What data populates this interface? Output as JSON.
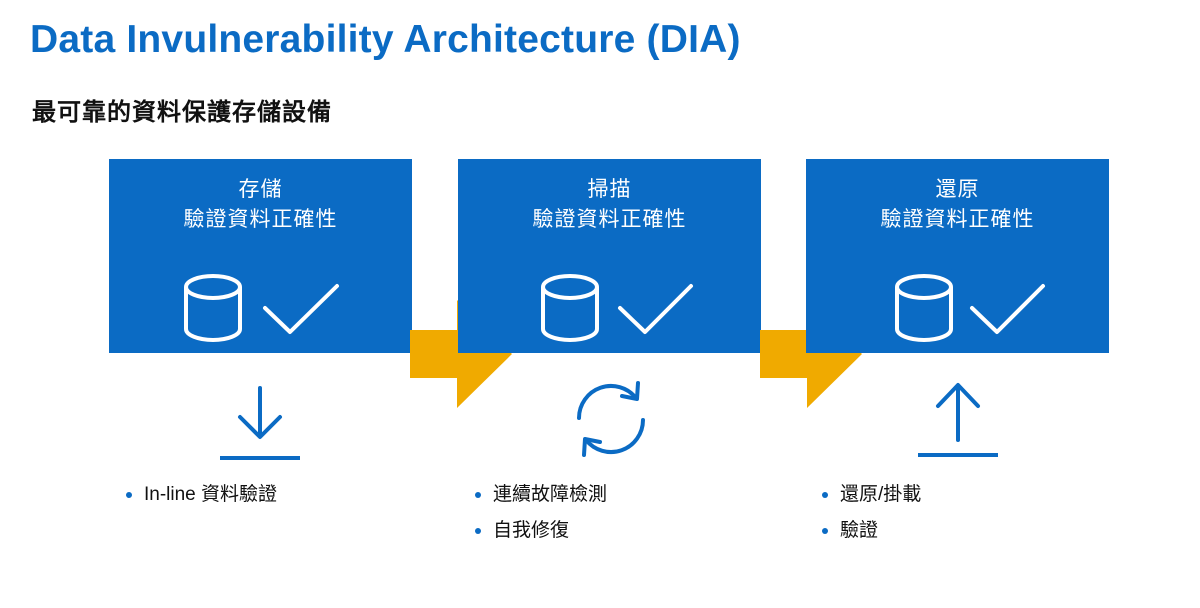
{
  "title": "Data Invulnerability Architecture (DIA)",
  "subtitle": "最可靠的資料保護存儲設備",
  "colors": {
    "title": "#0b6bc4",
    "box": "#0b6bc4",
    "arrow": "#f0aa00",
    "bullet": "#0b6bc4",
    "text": "#111111"
  },
  "stages": [
    {
      "title_line1": "存儲",
      "title_line2": "驗證資料正確性",
      "box_icons": [
        "database-icon",
        "checkmark-icon"
      ],
      "below_icon": "download-arrow-icon",
      "bullets": [
        "In-line 資料驗證"
      ]
    },
    {
      "title_line1": "掃描",
      "title_line2": "驗證資料正確性",
      "box_icons": [
        "database-icon",
        "checkmark-icon"
      ],
      "below_icon": "refresh-cycle-icon",
      "bullets": [
        "連續故障檢測",
        "自我修復"
      ]
    },
    {
      "title_line1": "還原",
      "title_line2": "驗證資料正確性",
      "box_icons": [
        "database-icon",
        "checkmark-icon"
      ],
      "below_icon": "upload-arrow-icon",
      "bullets": [
        "還原/掛載",
        "驗證"
      ]
    }
  ]
}
